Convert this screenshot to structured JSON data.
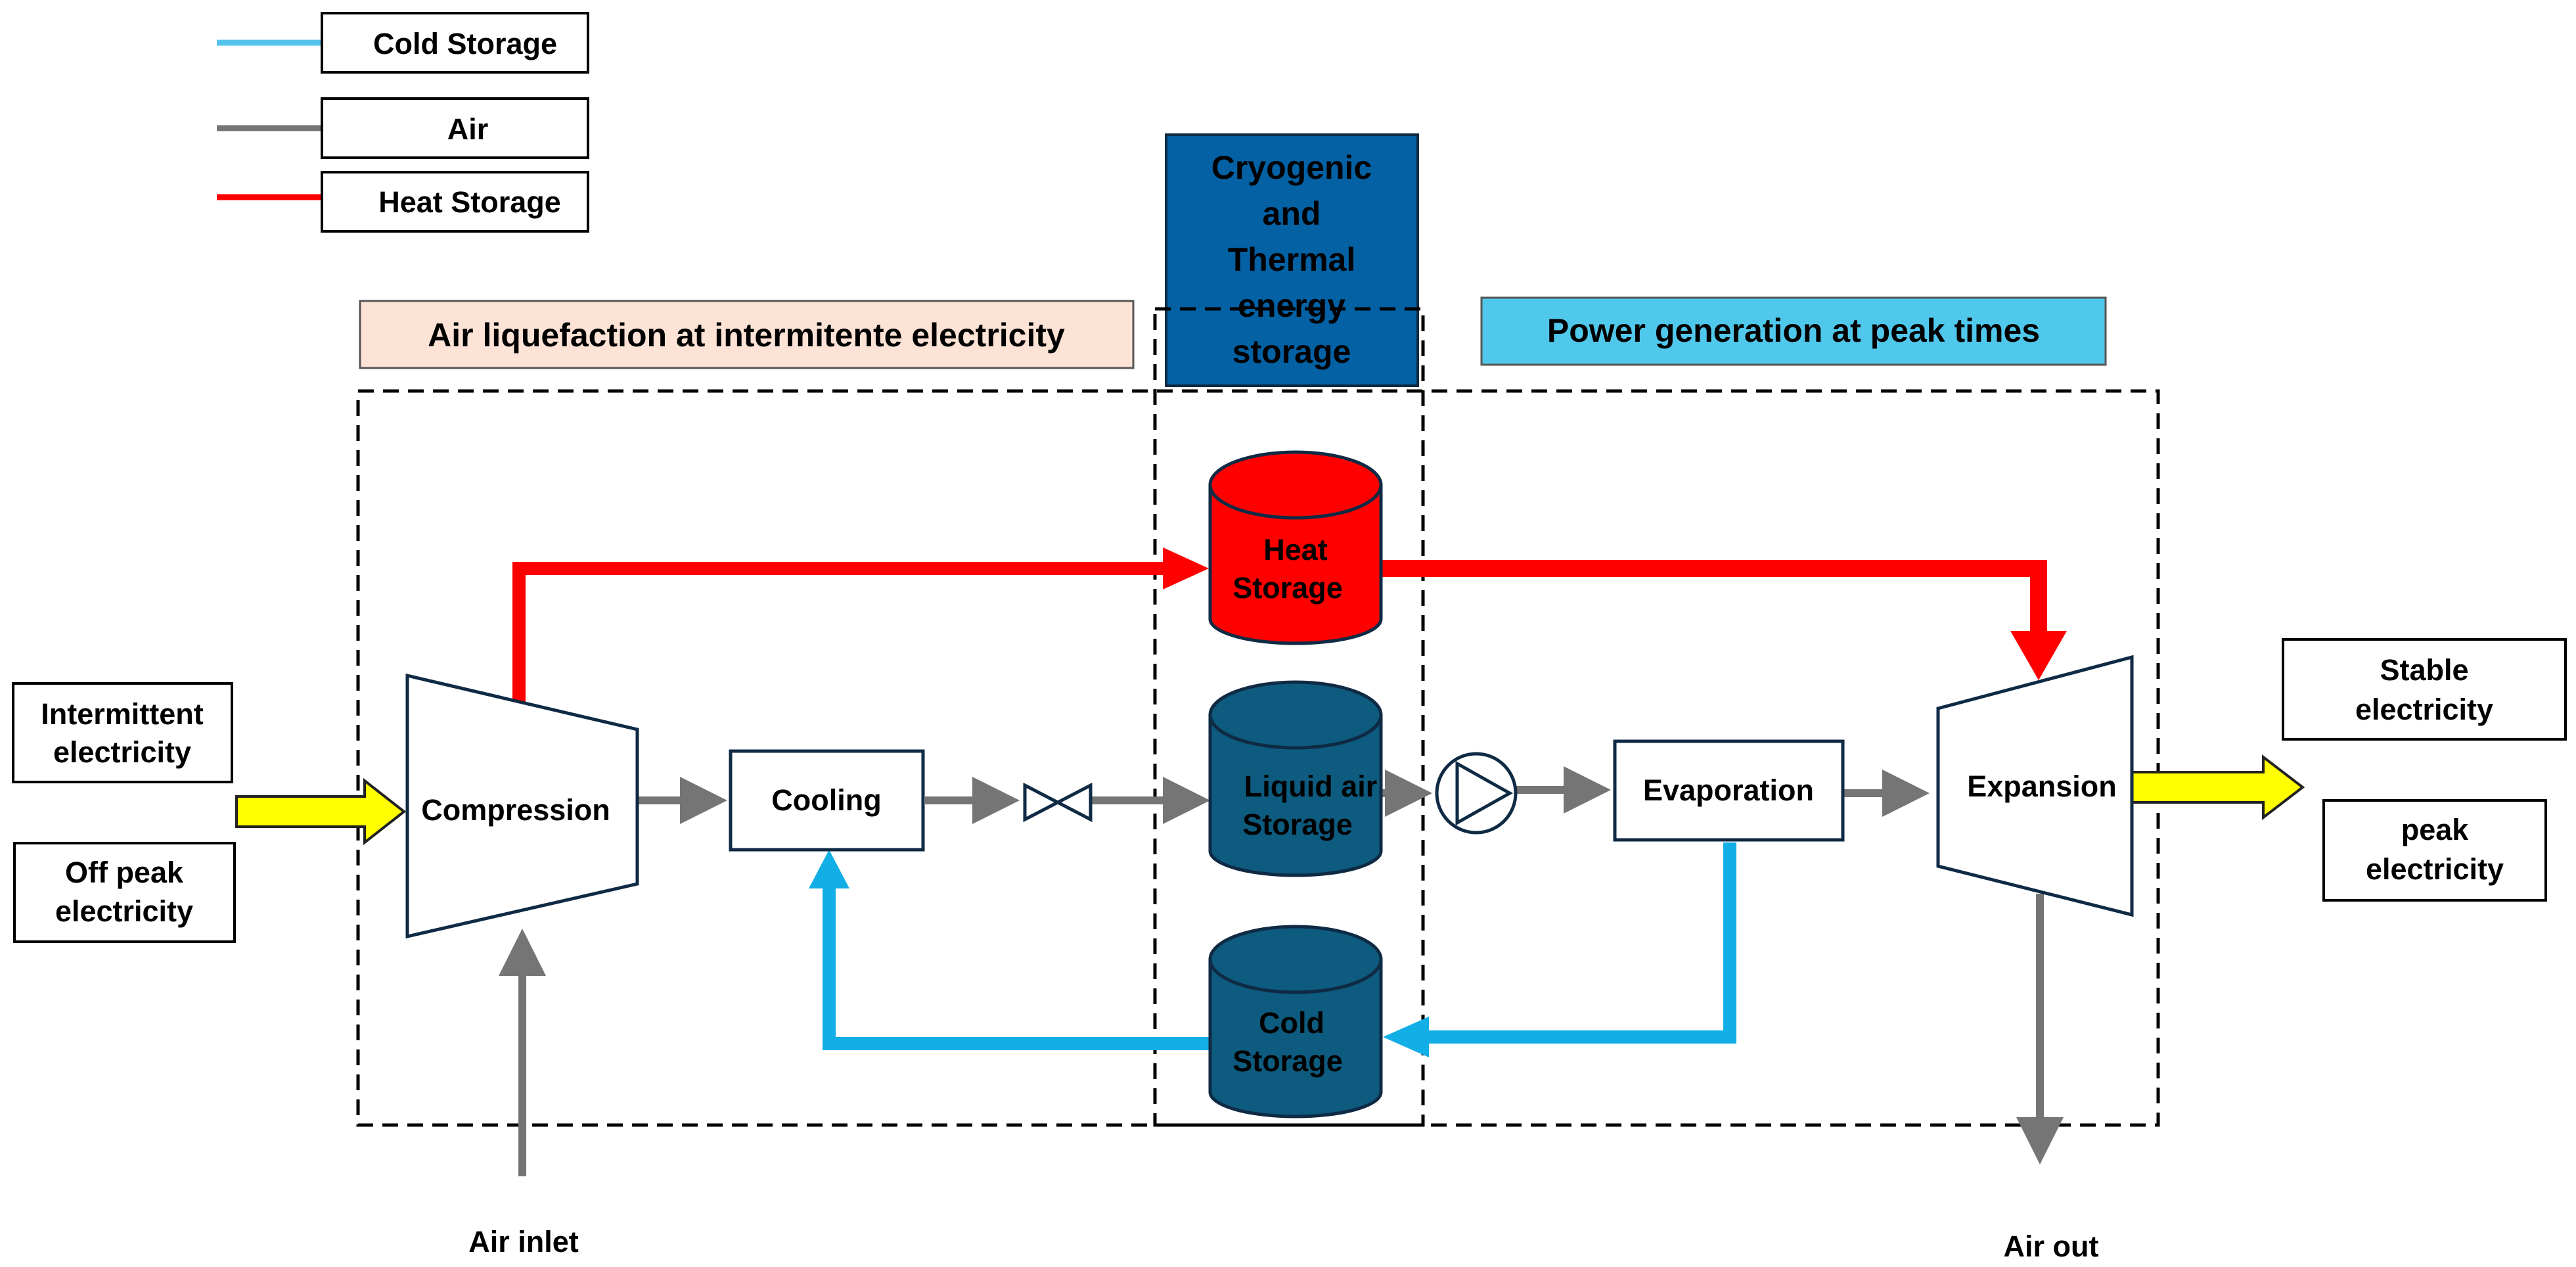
{
  "legend": {
    "cold_storage": "Cold Storage",
    "air": "Air",
    "heat_storage": "Heat Storage"
  },
  "sections": {
    "liquefaction": "Air liquefaction at intermitente electricity",
    "storage_line1": "Cryogenic",
    "storage_line2": "and",
    "storage_line3": "Thermal",
    "storage_line4": "energy",
    "storage_line5": "storage",
    "generation": "Power generation at peak times"
  },
  "inputs": {
    "intermittent_line1": "Intermittent",
    "intermittent_line2": "electricity",
    "offpeak_line1": "Off peak",
    "offpeak_line2": "electricity"
  },
  "outputs": {
    "stable_line1": "Stable",
    "stable_line2": "electricity",
    "peak_line1": "peak",
    "peak_line2": "electricity"
  },
  "components": {
    "compression": "Compression",
    "cooling": "Cooling",
    "heat_tank_line1": "Heat",
    "heat_tank_line2": "Storage",
    "liquid_tank_line1": "Liquid air",
    "liquid_tank_line2": "Storage",
    "cold_tank_line1": "Cold",
    "cold_tank_line2": "Storage",
    "evaporation": "Evaporation",
    "expansion": "Expansion"
  },
  "flows": {
    "air_inlet": "Air inlet",
    "air_out": "Air out"
  },
  "colors": {
    "cold": "#12aee6",
    "air": "#757575",
    "heat": "#ff0000",
    "tank_dark": "#0d5b7e",
    "storage_header": "#0361a4",
    "generation_header": "#50c8ec",
    "liquefaction_header": "#fde3d6",
    "electricity_arrow": "#ffff00",
    "outline": "#0f2a44"
  }
}
